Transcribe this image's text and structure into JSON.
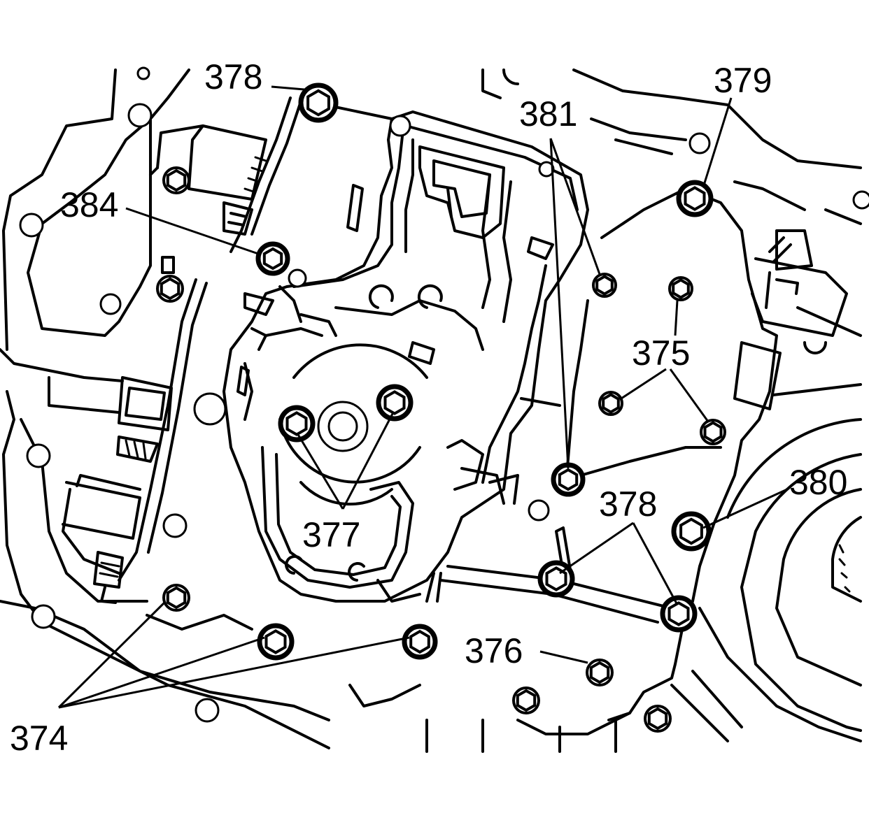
{
  "callouts": {
    "c374": "374",
    "c375": "375",
    "c376": "376",
    "c377": "377",
    "c378_top": "378",
    "c378_right": "378",
    "c379": "379",
    "c380": "380",
    "c381": "381",
    "c384": "384"
  }
}
